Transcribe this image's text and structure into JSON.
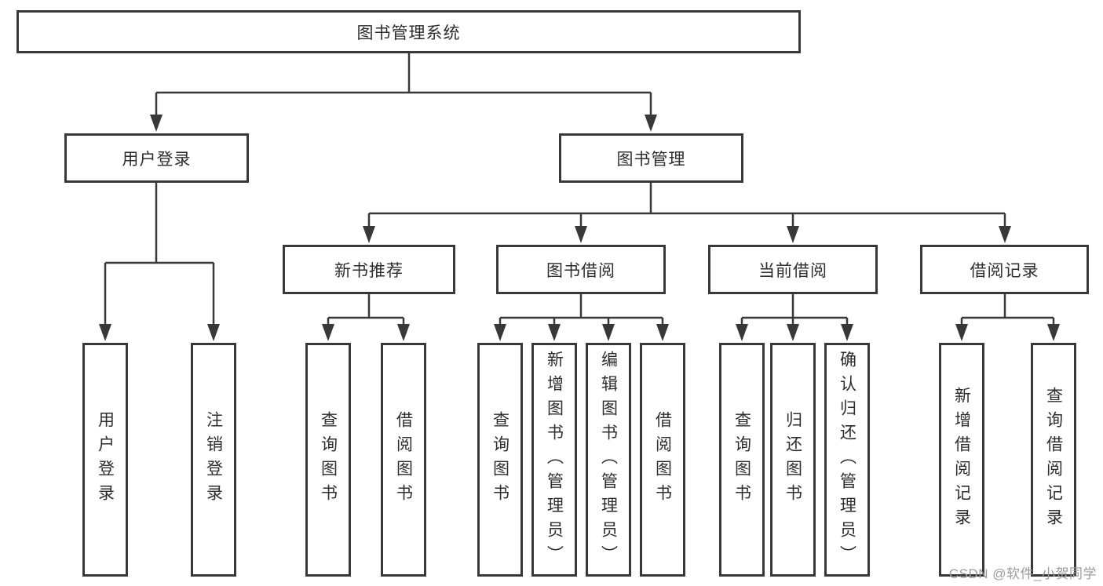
{
  "diagram": {
    "root": {
      "label": "图书管理系统"
    },
    "user_login": {
      "label": "用户登录"
    },
    "book_management": {
      "label": "图书管理"
    },
    "new_book_recommend": {
      "label": "新书推荐"
    },
    "book_borrow": {
      "label": "图书借阅"
    },
    "current_borrow": {
      "label": "当前借阅"
    },
    "borrow_records": {
      "label": "借阅记录"
    },
    "leaves": {
      "login": {
        "label": "用户登录"
      },
      "logout": {
        "label": "注销登录"
      },
      "recommend_query_book": {
        "label": "查询图书"
      },
      "recommend_borrow_book": {
        "label": "借阅图书"
      },
      "borrow_query_book": {
        "label": "查询图书"
      },
      "borrow_add_book": {
        "label": "新增图书（管理员）"
      },
      "borrow_edit_book": {
        "label": "编辑图书（管理员）"
      },
      "borrow_borrow_book": {
        "label": "借阅图书"
      },
      "current_query_book": {
        "label": "查询图书"
      },
      "current_return_book": {
        "label": "归还图书"
      },
      "current_confirm_return": {
        "label": "确认归还（管理员）"
      },
      "records_add_record": {
        "label": "新增借阅记录"
      },
      "records_query_record": {
        "label": "查询借阅记录"
      }
    }
  },
  "watermark": {
    "label": "CSDN @软件_小贺同学"
  },
  "colors": {
    "line": "#383838",
    "box_border": "#383838",
    "box_fill": "#ffffff",
    "text": "#2d2d2d",
    "watermark": "#9c9c9c"
  }
}
